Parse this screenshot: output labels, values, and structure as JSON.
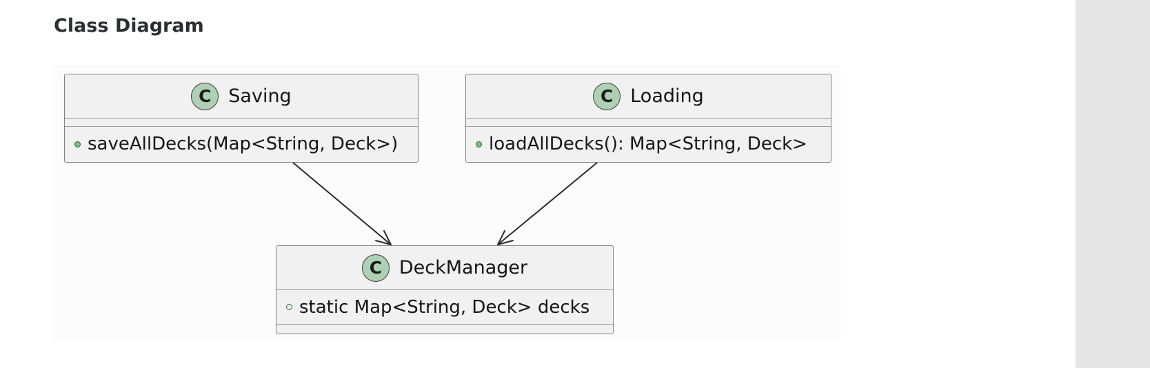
{
  "page": {
    "title": "Class Diagram"
  },
  "diagram": {
    "classes": {
      "saving": {
        "stereotype": "C",
        "name": "Saving",
        "methods": [
          "saveAllDecks(Map<String, Deck>)"
        ]
      },
      "loading": {
        "stereotype": "C",
        "name": "Loading",
        "methods": [
          "loadAllDecks(): Map<String, Deck>"
        ]
      },
      "deckmanager": {
        "stereotype": "C",
        "name": "DeckManager",
        "fields": [
          "static Map<String, Deck> decks"
        ]
      }
    },
    "relations": [
      {
        "from": "Saving",
        "to": "DeckManager",
        "type": "association"
      },
      {
        "from": "Loading",
        "to": "DeckManager",
        "type": "association"
      }
    ],
    "colors": {
      "class_fill": "#f1f1f1",
      "class_border": "#7f7f7f",
      "stereotype_circle": "#add1b2",
      "public_method_dot": "#84be84",
      "diagram_background": "#fcfcfc",
      "sidebar": "#e6e6e6"
    },
    "icons": {
      "class_stereotype": "class-stereotype-icon",
      "public_method": "public-visibility-icon",
      "public_field": "public-field-visibility-icon"
    }
  }
}
